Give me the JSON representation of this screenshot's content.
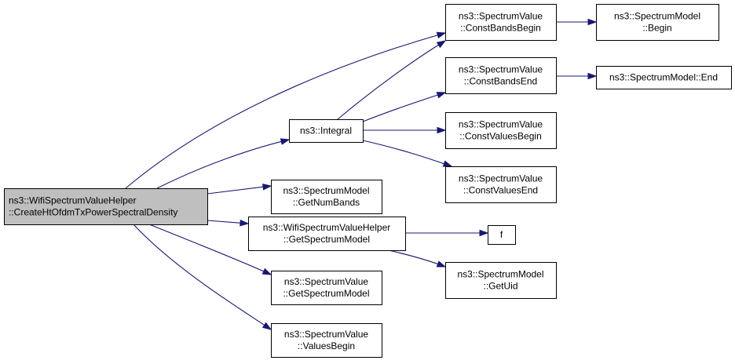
{
  "nodes": [
    {
      "id": "root",
      "lines": [
        "ns3::WifiSpectrumValueHelper",
        "::CreateHtOfdmTxPowerSpectralDensity"
      ]
    },
    {
      "id": "integral",
      "lines": [
        "ns3::Integral"
      ]
    },
    {
      "id": "getnumbands",
      "lines": [
        "ns3::SpectrumModel",
        "::GetNumBands"
      ]
    },
    {
      "id": "getspectrummodel_helper",
      "lines": [
        "ns3::WifiSpectrumValueHelper",
        "::GetSpectrumModel"
      ]
    },
    {
      "id": "getspectrummodel_value",
      "lines": [
        "ns3::SpectrumValue",
        "::GetSpectrumModel"
      ]
    },
    {
      "id": "valuesbegin",
      "lines": [
        "ns3::SpectrumValue",
        "::ValuesBegin"
      ]
    },
    {
      "id": "constbandsbegin",
      "lines": [
        "ns3::SpectrumValue",
        "::ConstBandsBegin"
      ]
    },
    {
      "id": "constbandsend",
      "lines": [
        "ns3::SpectrumValue",
        "::ConstBandsEnd"
      ]
    },
    {
      "id": "constvaluesbegin",
      "lines": [
        "ns3::SpectrumValue",
        "::ConstValuesBegin"
      ]
    },
    {
      "id": "constvaluesend",
      "lines": [
        "ns3::SpectrumValue",
        "::ConstValuesEnd"
      ]
    },
    {
      "id": "f",
      "lines": [
        "f"
      ]
    },
    {
      "id": "getuid",
      "lines": [
        "ns3::SpectrumModel",
        "::GetUid"
      ]
    },
    {
      "id": "model_begin",
      "lines": [
        "ns3::SpectrumModel",
        "::Begin"
      ]
    },
    {
      "id": "model_end",
      "lines": [
        "ns3::SpectrumModel::End"
      ]
    }
  ],
  "edges": [
    [
      "root",
      "constbandsbegin"
    ],
    [
      "root",
      "integral"
    ],
    [
      "root",
      "getnumbands"
    ],
    [
      "root",
      "getspectrummodel_helper"
    ],
    [
      "root",
      "getspectrummodel_value"
    ],
    [
      "root",
      "valuesbegin"
    ],
    [
      "integral",
      "constbandsbegin"
    ],
    [
      "integral",
      "constbandsend"
    ],
    [
      "integral",
      "constvaluesbegin"
    ],
    [
      "integral",
      "constvaluesend"
    ],
    [
      "getspectrummodel_helper",
      "f"
    ],
    [
      "getspectrummodel_helper",
      "getuid"
    ],
    [
      "constbandsbegin",
      "model_begin"
    ],
    [
      "constbandsend",
      "model_end"
    ]
  ]
}
